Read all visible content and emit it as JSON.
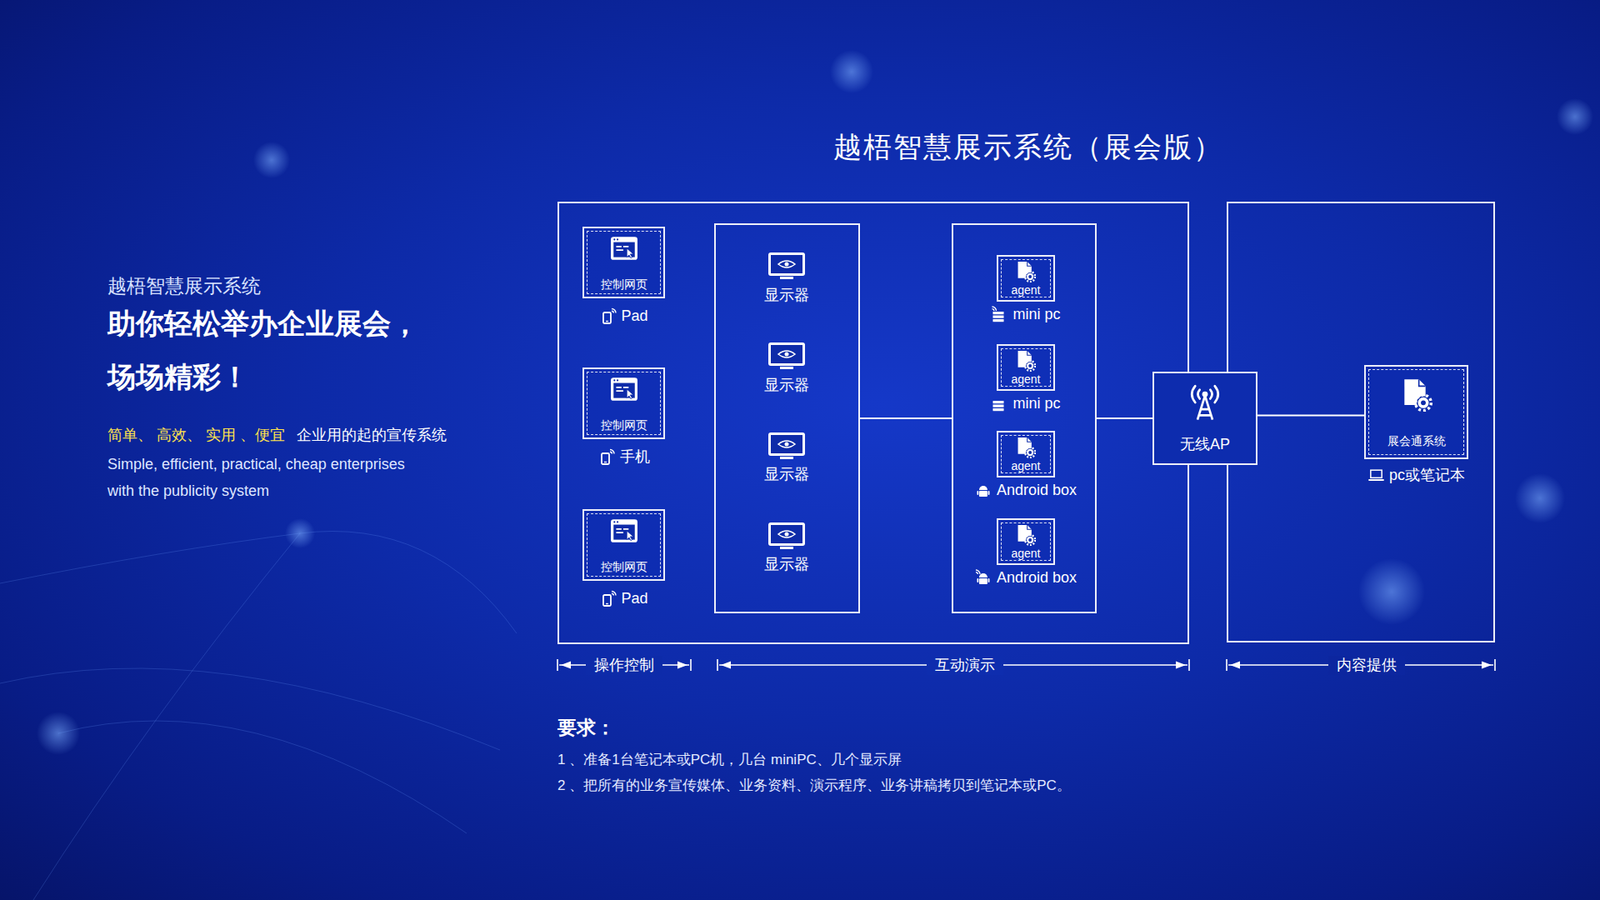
{
  "diagram": {
    "title": "越梧智慧展示系统（展会版）",
    "nodes": [
      {
        "text": []
      },
      {
        "text": [
          "控制网页",
          "Pad"
        ],
        "in": 0
      },
      {
        "text": [
          "控制网页",
          "手机"
        ],
        "in": 0
      },
      {
        "text": [
          "控制网页",
          "Pad"
        ],
        "in": 0
      },
      {
        "text": [],
        "in": 0
      },
      {
        "text": [],
        "in": 0
      },
      {
        "text": [
          "agent",
          "mini pc"
        ],
        "in": 5
      },
      {
        "text": [
          "agent",
          "mini pc"
        ],
        "in": 5
      },
      {
        "text": [
          "agent",
          "Android box"
        ],
        "in": 5
      },
      {
        "text": [
          "agent",
          "Android box"
        ],
        "in": 5
      },
      {
        "text": [
          "无线AP"
        ]
      },
      {
        "text": []
      },
      {
        "text": [
          "展会通系统",
          "pc或笔记本"
        ],
        "in": 11
      }
    ],
    "edges": [
      {
        "from": 4,
        "to": 5,
        "arrow": "none"
      },
      {
        "from": 5,
        "to": 10,
        "arrow": "none"
      },
      {
        "from": 10,
        "to": 12,
        "arrow": "none"
      }
    ],
    "labels": [
      "越梧智慧展示系统",
      "助你轻松举办企业展会，",
      "场场精彩！",
      "简单、 高效、 实用 、便宜",
      "企业用的起的宣传系统",
      "Simple, efficient, practical, cheap enterprises with the publicity system",
      "显示器",
      "显示器",
      "显示器",
      "显示器",
      "操作控制",
      "互动演示",
      "内容提供",
      "要求：",
      "1 、准备1台笔记本或PC机，几台 miniPC、几个显示屏",
      "2 、把所有的业务宣传媒体、业务资料、演示程序、业务讲稿拷贝到笔记本或PC。"
    ]
  }
}
